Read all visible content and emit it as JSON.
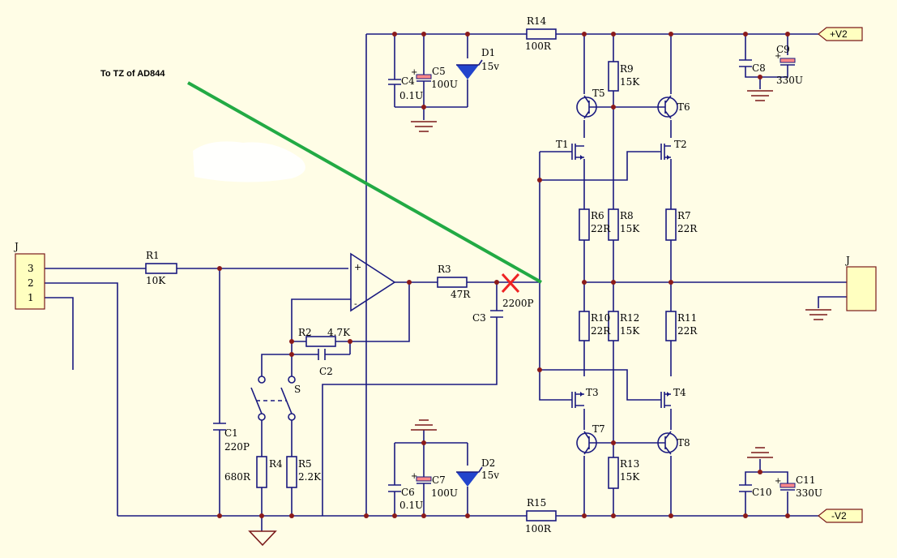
{
  "labels": {
    "note": "To TZ of AD844",
    "conn_in": "J",
    "pin3": "3",
    "pin2": "2",
    "pin1": "1",
    "conn_out": "J",
    "R1": "R1",
    "R1v": "10K",
    "R2": "R2",
    "R2v": "4.7K",
    "R3": "R3",
    "R3v": "47R",
    "R4": "R4",
    "R4v": "680R",
    "R5": "R5",
    "R5v": "2.2K",
    "R6": "R6",
    "R6v": "22R",
    "R7": "R7",
    "R7v": "22R",
    "R8": "R8",
    "R8v": "15K",
    "R9": "R9",
    "R9v": "15K",
    "R10": "R10",
    "R10v": "22R",
    "R11": "R11",
    "R11v": "22R",
    "R12": "R12",
    "R12v": "15K",
    "R13": "R13",
    "R13v": "15K",
    "R14": "R14",
    "R14v": "100R",
    "R15": "R15",
    "R15v": "100R",
    "C1": "C1",
    "C1v": "220P",
    "C2": "C2",
    "C3": "C3",
    "C3v": "2200P",
    "C4": "C4",
    "C4v": "0.1U",
    "C5": "C5",
    "C5v": "100U",
    "C6": "C6",
    "C6v": "0.1U",
    "C7": "C7",
    "C7v": "100U",
    "C8": "C8",
    "C9": "C9",
    "C9v": "330U",
    "C10": "C10",
    "C11": "C11",
    "C11v": "330U",
    "D1": "D1",
    "D1v": "15v",
    "D2": "D2",
    "D2v": "15v",
    "T1": "T1",
    "T2": "T2",
    "T3": "T3",
    "T4": "T4",
    "T5": "T5",
    "T6": "T6",
    "T7": "T7",
    "T8": "T8",
    "S": "S",
    "plus": "+",
    "minus": "-",
    "vpos": "+V2",
    "vneg": "-V2"
  },
  "colors": {
    "wire": "#1a1a80",
    "node": "#8b1a1a",
    "annotation_line": "#22aa44",
    "cross": "#ee2222",
    "capacitor_fill": "#ff8888",
    "diode_fill": "#2244cc",
    "background": "#fffde6"
  }
}
